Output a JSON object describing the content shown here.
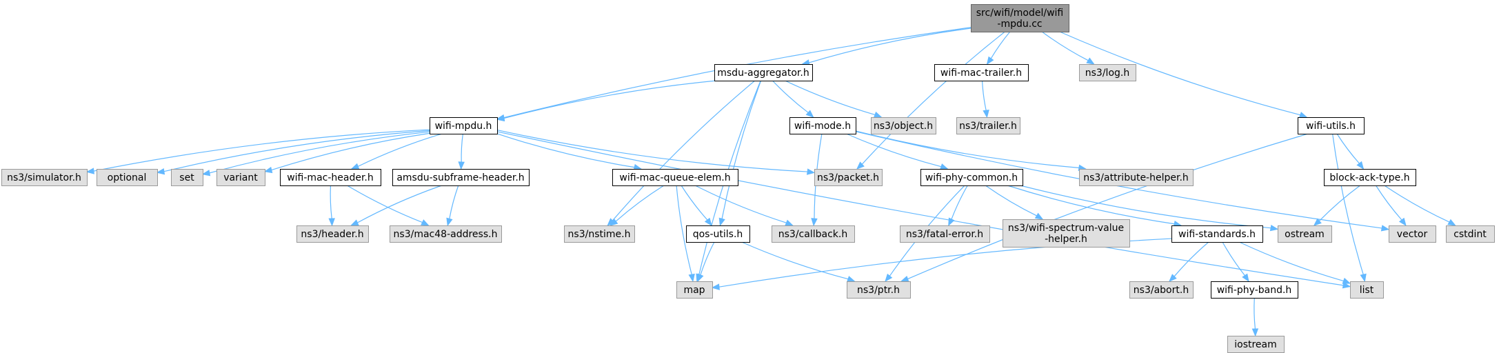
{
  "graph": {
    "colors": {
      "root_fill": "#999999",
      "root_stroke": "#666666",
      "local_fill": "#ffffff",
      "local_stroke": "#000000",
      "system_fill": "#e0e0e0",
      "system_stroke": "#999999",
      "edge": "#63b8ff"
    },
    "nodes": [
      {
        "id": "root",
        "kind": "root",
        "lines": [
          "src/wifi/model/wifi",
          "-mpdu.cc"
        ]
      },
      {
        "id": "msdu_aggregator_h",
        "kind": "local",
        "lines": [
          "msdu-aggregator.h"
        ]
      },
      {
        "id": "wifi_mac_trailer_h",
        "kind": "local",
        "lines": [
          "wifi-mac-trailer.h"
        ]
      },
      {
        "id": "ns3_log_h",
        "kind": "system",
        "lines": [
          "ns3/log.h"
        ]
      },
      {
        "id": "wifi_utils_h",
        "kind": "local",
        "lines": [
          "wifi-utils.h"
        ]
      },
      {
        "id": "ns3_trailer_h",
        "kind": "system",
        "lines": [
          "ns3/trailer.h"
        ]
      },
      {
        "id": "wifi_mpdu_h",
        "kind": "local",
        "lines": [
          "wifi-mpdu.h"
        ]
      },
      {
        "id": "wifi_mode_h",
        "kind": "local",
        "lines": [
          "wifi-mode.h"
        ]
      },
      {
        "id": "ns3_object_h",
        "kind": "system",
        "lines": [
          "ns3/object.h"
        ]
      },
      {
        "id": "ns3_simulator_h",
        "kind": "system",
        "lines": [
          "ns3/simulator.h"
        ]
      },
      {
        "id": "optional",
        "kind": "system",
        "lines": [
          "optional"
        ]
      },
      {
        "id": "set",
        "kind": "system",
        "lines": [
          "set"
        ]
      },
      {
        "id": "variant",
        "kind": "system",
        "lines": [
          "variant"
        ]
      },
      {
        "id": "wifi_mac_header_h",
        "kind": "local",
        "lines": [
          "wifi-mac-header.h"
        ]
      },
      {
        "id": "amsdu_subframe_header_h",
        "kind": "local",
        "lines": [
          "amsdu-subframe-header.h"
        ]
      },
      {
        "id": "wifi_mac_queue_elem_h",
        "kind": "local",
        "lines": [
          "wifi-mac-queue-elem.h"
        ]
      },
      {
        "id": "ns3_packet_h",
        "kind": "system",
        "lines": [
          "ns3/packet.h"
        ]
      },
      {
        "id": "wifi_phy_common_h",
        "kind": "local",
        "lines": [
          "wifi-phy-common.h"
        ]
      },
      {
        "id": "ns3_attribute_helper_h",
        "kind": "system",
        "lines": [
          "ns3/attribute-helper.h"
        ]
      },
      {
        "id": "block_ack_type_h",
        "kind": "local",
        "lines": [
          "block-ack-type.h"
        ]
      },
      {
        "id": "ns3_header_h",
        "kind": "system",
        "lines": [
          "ns3/header.h"
        ]
      },
      {
        "id": "ns3_mac48_address_h",
        "kind": "system",
        "lines": [
          "ns3/mac48-address.h"
        ]
      },
      {
        "id": "ns3_nstime_h",
        "kind": "system",
        "lines": [
          "ns3/nstime.h"
        ]
      },
      {
        "id": "qos_utils_h",
        "kind": "local",
        "lines": [
          "qos-utils.h"
        ]
      },
      {
        "id": "ns3_callback_h",
        "kind": "system",
        "lines": [
          "ns3/callback.h"
        ]
      },
      {
        "id": "ns3_fatal_error_h",
        "kind": "system",
        "lines": [
          "ns3/fatal-error.h"
        ]
      },
      {
        "id": "ns3_wifi_spectrum_value_helper_h",
        "kind": "system",
        "lines": [
          "ns3/wifi-spectrum-value",
          "-helper.h"
        ]
      },
      {
        "id": "wifi_standards_h",
        "kind": "local",
        "lines": [
          "wifi-standards.h"
        ]
      },
      {
        "id": "ostream",
        "kind": "system",
        "lines": [
          "ostream"
        ]
      },
      {
        "id": "vector",
        "kind": "system",
        "lines": [
          "vector"
        ]
      },
      {
        "id": "cstdint",
        "kind": "system",
        "lines": [
          "cstdint"
        ]
      },
      {
        "id": "map",
        "kind": "system",
        "lines": [
          "map"
        ]
      },
      {
        "id": "ns3_ptr_h",
        "kind": "system",
        "lines": [
          "ns3/ptr.h"
        ]
      },
      {
        "id": "ns3_abort_h",
        "kind": "system",
        "lines": [
          "ns3/abort.h"
        ]
      },
      {
        "id": "wifi_phy_band_h",
        "kind": "local",
        "lines": [
          "wifi-phy-band.h"
        ]
      },
      {
        "id": "list",
        "kind": "system",
        "lines": [
          "list"
        ]
      },
      {
        "id": "iostream",
        "kind": "system",
        "lines": [
          "iostream"
        ]
      }
    ],
    "edges": [
      [
        "root",
        "msdu_aggregator_h"
      ],
      [
        "root",
        "wifi_mac_trailer_h"
      ],
      [
        "root",
        "ns3_log_h"
      ],
      [
        "root",
        "wifi_utils_h"
      ],
      [
        "root",
        "wifi_mpdu_h"
      ],
      [
        "root",
        "ns3_packet_h"
      ],
      [
        "wifi_mac_trailer_h",
        "ns3_trailer_h"
      ],
      [
        "msdu_aggregator_h",
        "wifi_mpdu_h"
      ],
      [
        "msdu_aggregator_h",
        "wifi_mode_h"
      ],
      [
        "msdu_aggregator_h",
        "ns3_object_h"
      ],
      [
        "msdu_aggregator_h",
        "ns3_nstime_h"
      ],
      [
        "msdu_aggregator_h",
        "qos_utils_h"
      ],
      [
        "msdu_aggregator_h",
        "map"
      ],
      [
        "wifi_mpdu_h",
        "ns3_simulator_h"
      ],
      [
        "wifi_mpdu_h",
        "optional"
      ],
      [
        "wifi_mpdu_h",
        "set"
      ],
      [
        "wifi_mpdu_h",
        "variant"
      ],
      [
        "wifi_mpdu_h",
        "wifi_mac_header_h"
      ],
      [
        "wifi_mpdu_h",
        "amsdu_subframe_header_h"
      ],
      [
        "wifi_mpdu_h",
        "wifi_mac_queue_elem_h"
      ],
      [
        "wifi_mpdu_h",
        "ns3_packet_h"
      ],
      [
        "wifi_mpdu_h",
        "list"
      ],
      [
        "wifi_mode_h",
        "ns3_callback_h"
      ],
      [
        "wifi_mode_h",
        "wifi_phy_common_h"
      ],
      [
        "wifi_mode_h",
        "ns3_attribute_helper_h"
      ],
      [
        "wifi_mode_h",
        "vector"
      ],
      [
        "wifi_mac_header_h",
        "ns3_header_h"
      ],
      [
        "wifi_mac_header_h",
        "ns3_mac48_address_h"
      ],
      [
        "amsdu_subframe_header_h",
        "ns3_header_h"
      ],
      [
        "amsdu_subframe_header_h",
        "ns3_mac48_address_h"
      ],
      [
        "wifi_mac_queue_elem_h",
        "ns3_nstime_h"
      ],
      [
        "wifi_mac_queue_elem_h",
        "qos_utils_h"
      ],
      [
        "wifi_mac_queue_elem_h",
        "ns3_callback_h"
      ],
      [
        "wifi_mac_queue_elem_h",
        "map"
      ],
      [
        "qos_utils_h",
        "map"
      ],
      [
        "qos_utils_h",
        "ns3_ptr_h"
      ],
      [
        "wifi_phy_common_h",
        "ns3_fatal_error_h"
      ],
      [
        "wifi_phy_common_h",
        "ns3_wifi_spectrum_value_helper_h"
      ],
      [
        "wifi_phy_common_h",
        "wifi_standards_h"
      ],
      [
        "wifi_phy_common_h",
        "ostream"
      ],
      [
        "wifi_phy_common_h",
        "ns3_ptr_h"
      ],
      [
        "wifi_standards_h",
        "map"
      ],
      [
        "wifi_standards_h",
        "ns3_abort_h"
      ],
      [
        "wifi_standards_h",
        "wifi_phy_band_h"
      ],
      [
        "wifi_standards_h",
        "list"
      ],
      [
        "wifi_phy_band_h",
        "iostream"
      ],
      [
        "wifi_utils_h",
        "block_ack_type_h"
      ],
      [
        "wifi_utils_h",
        "ns3_ptr_h"
      ],
      [
        "wifi_utils_h",
        "list"
      ],
      [
        "block_ack_type_h",
        "ostream"
      ],
      [
        "block_ack_type_h",
        "vector"
      ],
      [
        "block_ack_type_h",
        "cstdint"
      ]
    ]
  }
}
